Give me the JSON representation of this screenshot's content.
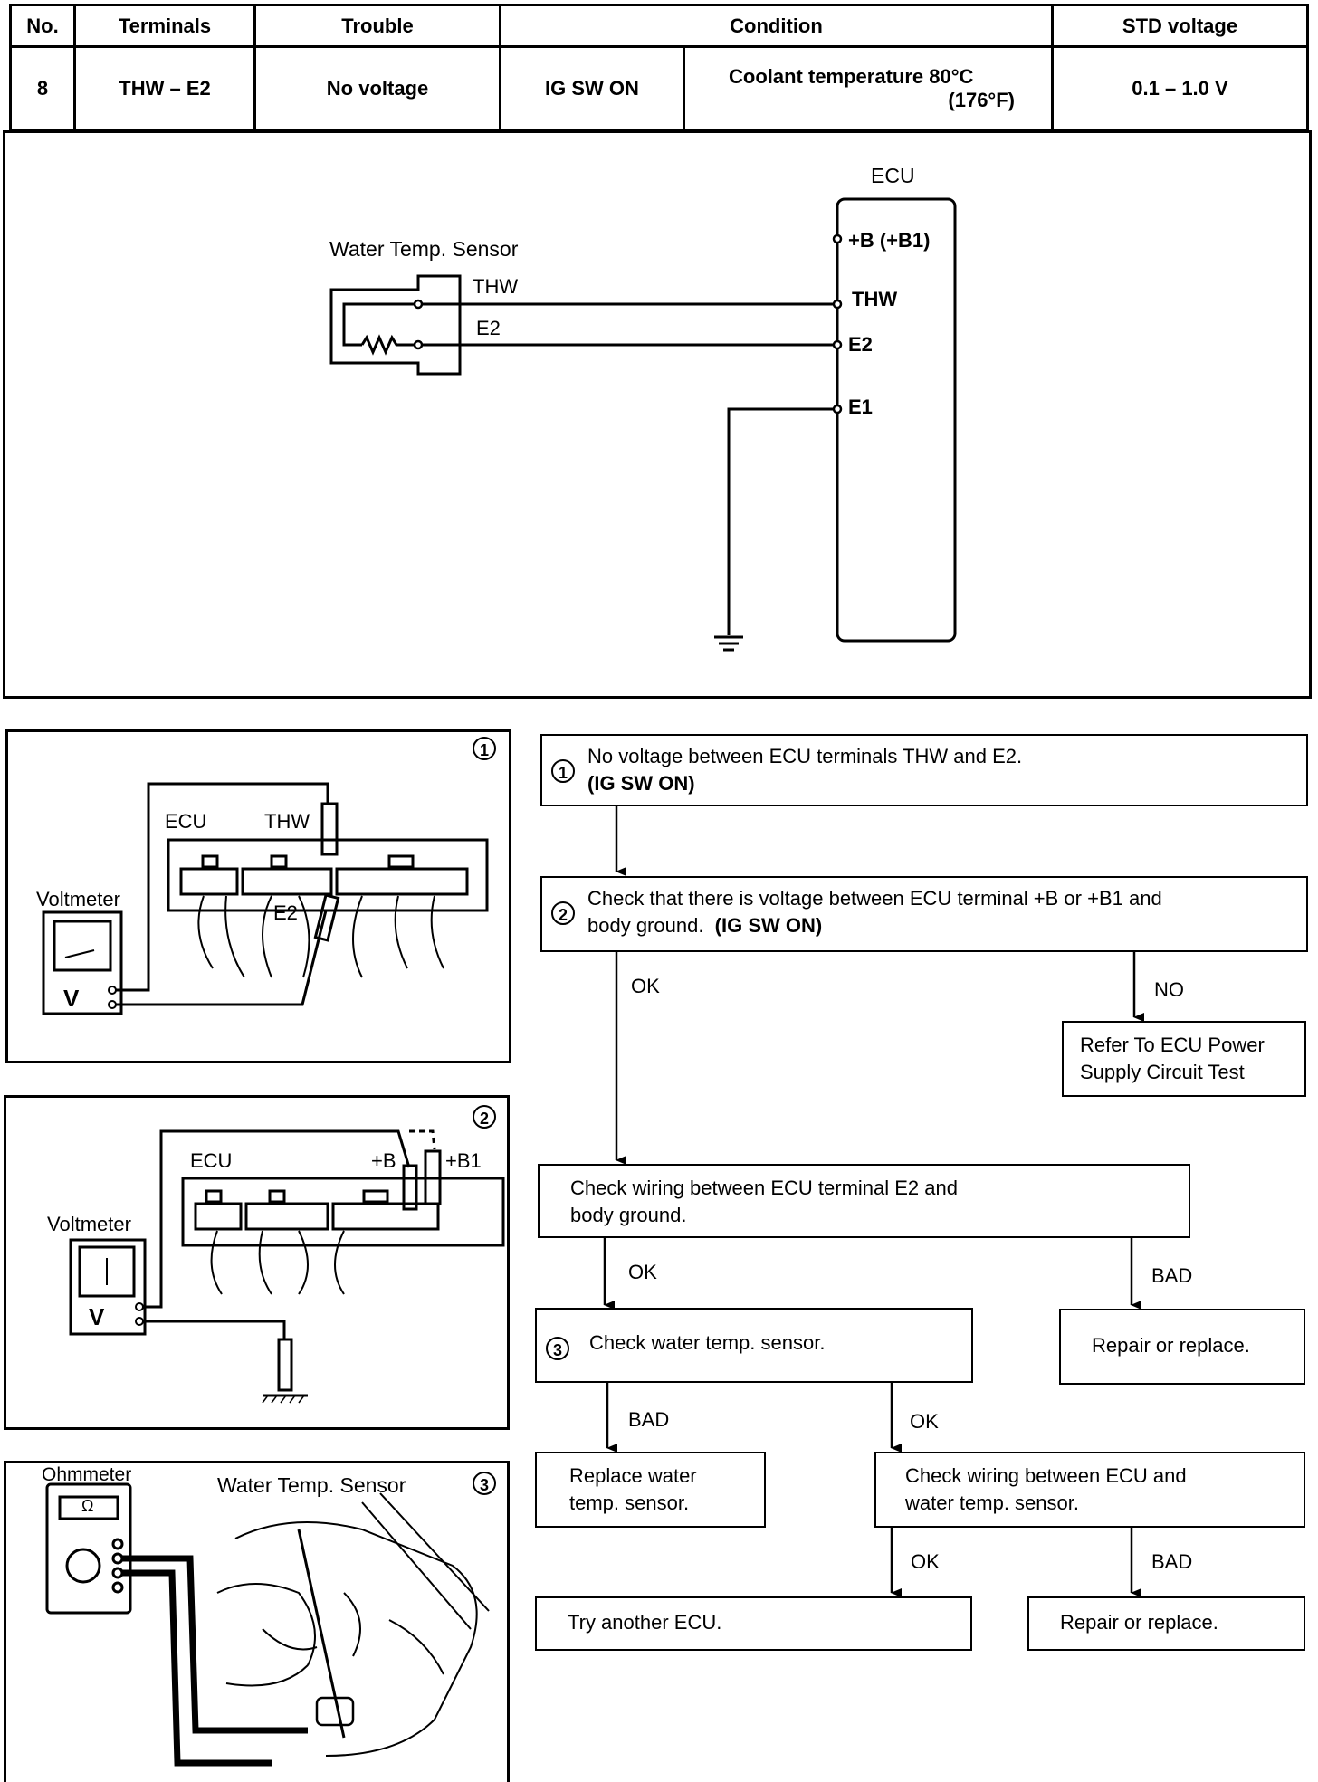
{
  "table": {
    "headers": [
      "No.",
      "Terminals",
      "Trouble",
      "Condition",
      "STD voltage"
    ],
    "row": {
      "no": "8",
      "terminals": "THW – E2",
      "trouble": "No voltage",
      "condition_a": "IG SW ON",
      "condition_b_line1": "Coolant temperature 80°C",
      "condition_b_line2": "(176°F)",
      "std_voltage": "0.1 – 1.0 V"
    }
  },
  "circuit": {
    "sensor_label": "Water Temp. Sensor",
    "ecu_label": "ECU",
    "wire_thw": "THW",
    "wire_e2": "E2",
    "pin_b": "+B (+B1)",
    "pin_thw": "THW",
    "pin_e2": "E2",
    "pin_e1": "E1"
  },
  "illustrations": {
    "fig1": {
      "num": "1",
      "voltmeter": "Voltmeter",
      "ecu": "ECU",
      "thw": "THW",
      "e2": "E2",
      "v": "V"
    },
    "fig2": {
      "num": "2",
      "voltmeter": "Voltmeter",
      "ecu": "ECU",
      "b": "+B",
      "b1": "+B1",
      "v": "V"
    },
    "fig3": {
      "num": "3",
      "ohmmeter": "Ohmmeter",
      "sensor": "Water Temp. Sensor",
      "ohm": "Ω"
    }
  },
  "flow": {
    "step1_num": "1",
    "step1_line1": "No voltage between ECU terminals THW and E2.",
    "step1_line2": "(IG SW ON)",
    "step2_num": "2",
    "step2_line1": "Check that there is voltage between ECU terminal +B or +B1 and",
    "step2_line2a": "body ground.",
    "step2_line2b": "(IG SW ON)",
    "ok1": "OK",
    "no1": "NO",
    "refer_line1": "Refer To ECU Power",
    "refer_line2": "Supply Circuit Test",
    "wiring_line1": "Check wiring between ECU terminal E2 and",
    "wiring_line2": "body ground.",
    "ok2": "OK",
    "bad2": "BAD",
    "step3_num": "3",
    "step3": "Check water temp. sensor.",
    "repair1": "Repair or replace.",
    "bad3": "BAD",
    "ok3": "OK",
    "replace_line1": "Replace water",
    "replace_line2": "temp. sensor.",
    "wiring2_line1": "Check wiring between ECU and",
    "wiring2_line2": "water temp. sensor.",
    "ok4": "OK",
    "bad4": "BAD",
    "try_ecu": "Try another ECU.",
    "repair2": "Repair or replace."
  }
}
